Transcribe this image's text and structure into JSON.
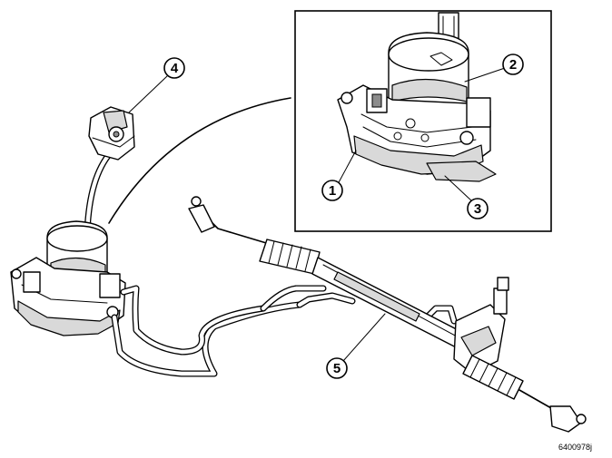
{
  "figure": {
    "reference_code": "6400978j"
  },
  "callouts": [
    {
      "id": "c1",
      "label": "1",
      "part": "pump-housing-base"
    },
    {
      "id": "c2",
      "label": "2",
      "part": "fluid-reservoir"
    },
    {
      "id": "c3",
      "label": "3",
      "part": "mounting-bracket"
    },
    {
      "id": "c4",
      "label": "4",
      "part": "fluid-filler-cap"
    },
    {
      "id": "c5",
      "label": "5",
      "part": "steering-rack"
    }
  ],
  "colors": {
    "line": "#000000",
    "background": "#ffffff",
    "shade": "#d9d9d9"
  }
}
